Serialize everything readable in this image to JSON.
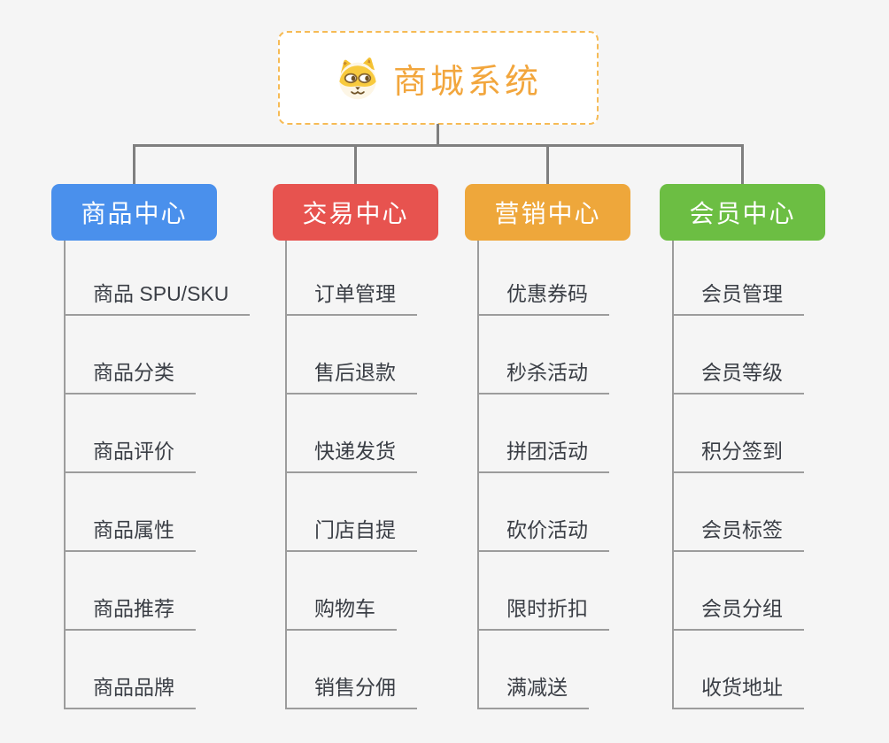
{
  "page": {
    "background_color": "#f5f5f5",
    "connector_color": "#7f7f7f",
    "leaf_line_color": "#9c9c9c"
  },
  "root": {
    "title": "商城系统",
    "icon": "dog-face-icon",
    "text_color": "#f2a63d",
    "border_color": "#f6bb55"
  },
  "branches": [
    {
      "label": "商品中心",
      "color": "#4a90ec",
      "items": [
        "商品 SPU/SKU",
        "商品分类",
        "商品评价",
        "商品属性",
        "商品推荐",
        "商品品牌"
      ]
    },
    {
      "label": "交易中心",
      "color": "#e7534f",
      "items": [
        "订单管理",
        "售后退款",
        "快递发货",
        "门店自提",
        "购物车",
        "销售分佣"
      ]
    },
    {
      "label": "营销中心",
      "color": "#eea73b",
      "items": [
        "优惠券码",
        "秒杀活动",
        "拼团活动",
        "砍价活动",
        "限时折扣",
        "满减送"
      ]
    },
    {
      "label": "会员中心",
      "color": "#6cbe43",
      "items": [
        "会员管理",
        "会员等级",
        "积分签到",
        "会员标签",
        "会员分组",
        "收货地址"
      ]
    }
  ]
}
